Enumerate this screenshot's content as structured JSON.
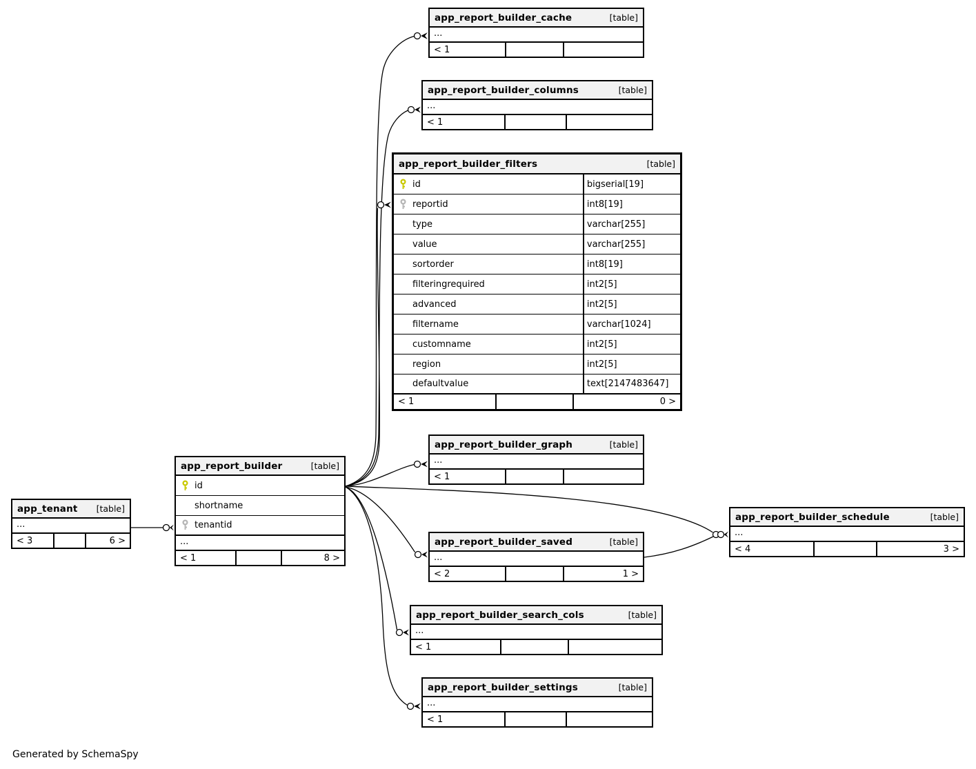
{
  "page": {
    "generated_note": "Generated by SchemaSpy"
  },
  "colors": {
    "title_bg": "#f2f2f2",
    "border": "#000000",
    "background": "#ffffff",
    "pk_key": "#c9c900",
    "fk_key": "#b5b5b5"
  },
  "icons": {
    "primary_key_icon": "key (yellow)",
    "foreign_key_icon": "key (gray)",
    "zero_marker_icon": "open circle",
    "many_marker_icon": "crow-foot arrow"
  },
  "tables": {
    "cache": {
      "name": "app_report_builder_cache",
      "tag": "[table]",
      "ellipsis": "...",
      "footer": {
        "left": "< 1",
        "mid": "",
        "right": ""
      }
    },
    "columns_t": {
      "name": "app_report_builder_columns",
      "tag": "[table]",
      "ellipsis": "...",
      "footer": {
        "left": "< 1",
        "mid": "",
        "right": ""
      }
    },
    "filters": {
      "name": "app_report_builder_filters",
      "tag": "[table]",
      "columns": [
        {
          "key": "pk",
          "name": "id",
          "type": "bigserial[19]"
        },
        {
          "key": "fk",
          "name": "reportid",
          "type": "int8[19]"
        },
        {
          "key": "",
          "name": "type",
          "type": "varchar[255]"
        },
        {
          "key": "",
          "name": "value",
          "type": "varchar[255]"
        },
        {
          "key": "",
          "name": "sortorder",
          "type": "int8[19]"
        },
        {
          "key": "",
          "name": "filteringrequired",
          "type": "int2[5]"
        },
        {
          "key": "",
          "name": "advanced",
          "type": "int2[5]"
        },
        {
          "key": "",
          "name": "filtername",
          "type": "varchar[1024]"
        },
        {
          "key": "",
          "name": "customname",
          "type": "int2[5]"
        },
        {
          "key": "",
          "name": "region",
          "type": "int2[5]"
        },
        {
          "key": "",
          "name": "defaultvalue",
          "type": "text[2147483647]"
        }
      ],
      "footer": {
        "left": "< 1",
        "mid": "",
        "right": "0 >"
      }
    },
    "graph": {
      "name": "app_report_builder_graph",
      "tag": "[table]",
      "ellipsis": "...",
      "footer": {
        "left": "< 1",
        "mid": "",
        "right": ""
      }
    },
    "builder": {
      "name": "app_report_builder",
      "tag": "[table]",
      "columns": [
        {
          "key": "pk",
          "name": "id"
        },
        {
          "key": "",
          "name": "shortname"
        },
        {
          "key": "fk",
          "name": "tenantid"
        }
      ],
      "ellipsis": "...",
      "footer": {
        "left": "< 1",
        "mid": "",
        "right": "8 >"
      }
    },
    "tenant": {
      "name": "app_tenant",
      "tag": "[table]",
      "ellipsis": "...",
      "footer": {
        "left": "< 3",
        "mid": "",
        "right": "6 >"
      }
    },
    "schedule": {
      "name": "app_report_builder_schedule",
      "tag": "[table]",
      "ellipsis": "...",
      "footer": {
        "left": "< 4",
        "mid": "",
        "right": "3 >"
      }
    },
    "saved": {
      "name": "app_report_builder_saved",
      "tag": "[table]",
      "ellipsis": "...",
      "footer": {
        "left": "< 2",
        "mid": "",
        "right": "1 >"
      }
    },
    "search_cols": {
      "name": "app_report_builder_search_cols",
      "tag": "[table]",
      "ellipsis": "...",
      "footer": {
        "left": "< 1",
        "mid": "",
        "right": ""
      }
    },
    "settings": {
      "name": "app_report_builder_settings",
      "tag": "[table]",
      "ellipsis": "...",
      "footer": {
        "left": "< 1",
        "mid": "",
        "right": ""
      }
    }
  }
}
